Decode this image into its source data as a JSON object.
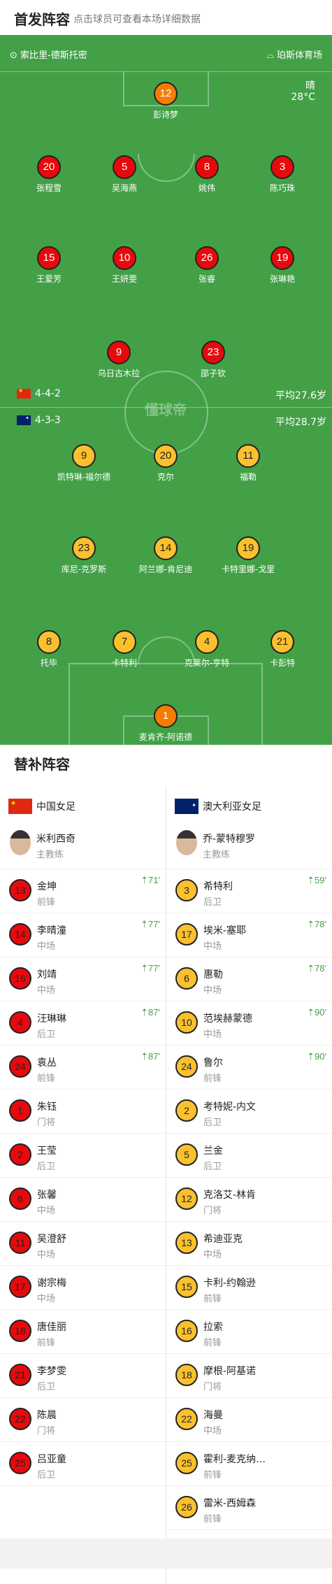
{
  "header": {
    "title": "首发阵容",
    "subtitle": "点击球员可查看本场详细数据"
  },
  "pitch": {
    "home_venue": "索比里-德斯托密",
    "away_venue": "珀斯体育场",
    "weather": "晴",
    "temperature": "28°C",
    "watermark": "懂球帝",
    "home_formation": "4-4-2",
    "home_avg_age": "平均27.6岁",
    "away_formation": "4-3-3",
    "away_avg_age": "平均28.7岁"
  },
  "home_players": [
    {
      "num": "12",
      "name": "彭诗梦",
      "color": "ora",
      "sub": "",
      "card": false,
      "captain": false,
      "ball": false
    },
    {
      "num": "20",
      "name": "张程雪",
      "color": "red",
      "sub": "87'",
      "card": false,
      "captain": false,
      "ball": false
    },
    {
      "num": "5",
      "name": "吴海燕",
      "color": "red",
      "sub": "",
      "card": true,
      "captain": true,
      "ball": false
    },
    {
      "num": "8",
      "name": "姚伟",
      "color": "red",
      "sub": "",
      "card": true,
      "captain": false,
      "ball": false
    },
    {
      "num": "3",
      "name": "陈巧珠",
      "color": "red",
      "sub": "87'",
      "card": false,
      "captain": false,
      "ball": false
    },
    {
      "num": "15",
      "name": "王爱芳",
      "color": "red",
      "sub": "",
      "card": true,
      "captain": false,
      "ball": false
    },
    {
      "num": "10",
      "name": "王妍雯",
      "color": "red",
      "sub": "77'",
      "card": false,
      "captain": false,
      "ball": false
    },
    {
      "num": "26",
      "name": "张睿",
      "color": "red",
      "sub": "77'",
      "card": false,
      "captain": false,
      "ball": false
    },
    {
      "num": "19",
      "name": "张琳艳",
      "color": "red",
      "sub": "",
      "card": false,
      "captain": false,
      "ball": true
    },
    {
      "num": "9",
      "name": "乌日古木拉",
      "color": "red",
      "sub": "71'",
      "card": false,
      "captain": false,
      "ball": false
    },
    {
      "num": "23",
      "name": "邵子钦",
      "color": "red",
      "sub": "",
      "card": false,
      "captain": false,
      "ball": false
    }
  ],
  "away_players": [
    {
      "num": "9",
      "name": "凯特琳-福尔德",
      "color": "yel",
      "sub": "",
      "card": false,
      "captain": false,
      "ball": true
    },
    {
      "num": "20",
      "name": "克尔",
      "color": "yel",
      "sub": "",
      "card": false,
      "captain": true,
      "ball": true
    },
    {
      "num": "11",
      "name": "福勒",
      "color": "yel",
      "sub": "78'",
      "card": false,
      "captain": false,
      "ball": true
    },
    {
      "num": "23",
      "name": "库尼-克罗斯",
      "color": "yel",
      "sub": "78'",
      "card": false,
      "captain": false,
      "ball": false
    },
    {
      "num": "14",
      "name": "阿兰娜-肯尼迪",
      "color": "yel",
      "sub": "90'",
      "card": false,
      "captain": false,
      "ball": false
    },
    {
      "num": "19",
      "name": "卡特里娜-戈里",
      "color": "yel",
      "sub": "90'",
      "card": false,
      "captain": false,
      "ball": false
    },
    {
      "num": "8",
      "name": "托毕",
      "color": "yel",
      "sub": "",
      "card": false,
      "captain": false,
      "ball": false
    },
    {
      "num": "7",
      "name": "卡特利",
      "color": "yel",
      "sub": "",
      "card": false,
      "captain": false,
      "ball": false
    },
    {
      "num": "4",
      "name": "克莱尔-亨特",
      "color": "yel",
      "sub": "59'",
      "card": false,
      "captain": false,
      "ball": false
    },
    {
      "num": "21",
      "name": "卡彭特",
      "color": "yel",
      "sub": "",
      "card": false,
      "captain": false,
      "ball": false
    },
    {
      "num": "1",
      "name": "麦肯齐-阿诺德",
      "color": "ora",
      "sub": "",
      "card": true,
      "captain": false,
      "ball": false
    }
  ],
  "subs": {
    "title": "替补阵容",
    "home": {
      "team": "中国女足",
      "coach": "米利西奇",
      "coach_role": "主教练",
      "players": [
        {
          "num": "13",
          "name": "金坤",
          "pos": "前锋",
          "time": "71'"
        },
        {
          "num": "14",
          "name": "李晴潼",
          "pos": "中场",
          "time": "77'"
        },
        {
          "num": "16",
          "name": "刘靖",
          "pos": "中场",
          "time": "77'"
        },
        {
          "num": "4",
          "name": "汪琳琳",
          "pos": "后卫",
          "time": "87'"
        },
        {
          "num": "24",
          "name": "袁丛",
          "pos": "前锋",
          "time": "87'"
        },
        {
          "num": "1",
          "name": "朱钰",
          "pos": "门将",
          "time": ""
        },
        {
          "num": "2",
          "name": "王莹",
          "pos": "后卫",
          "time": ""
        },
        {
          "num": "6",
          "name": "张馨",
          "pos": "中场",
          "time": ""
        },
        {
          "num": "11",
          "name": "吴澄舒",
          "pos": "中场",
          "time": ""
        },
        {
          "num": "17",
          "name": "谢宗梅",
          "pos": "中场",
          "time": ""
        },
        {
          "num": "18",
          "name": "唐佳丽",
          "pos": "前锋",
          "time": ""
        },
        {
          "num": "21",
          "name": "李梦雯",
          "pos": "后卫",
          "time": ""
        },
        {
          "num": "22",
          "name": "陈晨",
          "pos": "门将",
          "time": ""
        },
        {
          "num": "25",
          "name": "吕亚童",
          "pos": "后卫",
          "time": ""
        }
      ]
    },
    "away": {
      "team": "澳大利亚女足",
      "coach": "乔-蒙特穆罗",
      "coach_role": "主教练",
      "players": [
        {
          "num": "3",
          "name": "希特利",
          "pos": "后卫",
          "time": "59'"
        },
        {
          "num": "17",
          "name": "埃米-塞耶",
          "pos": "中场",
          "time": "78'"
        },
        {
          "num": "6",
          "name": "惠勒",
          "pos": "中场",
          "time": "78'"
        },
        {
          "num": "10",
          "name": "范埃赫蒙德",
          "pos": "中场",
          "time": "90'"
        },
        {
          "num": "24",
          "name": "鲁尔",
          "pos": "前锋",
          "time": "90'"
        },
        {
          "num": "2",
          "name": "考特妮-内文",
          "pos": "后卫",
          "time": ""
        },
        {
          "num": "5",
          "name": "兰金",
          "pos": "后卫",
          "time": ""
        },
        {
          "num": "12",
          "name": "克洛艾-林肯",
          "pos": "门将",
          "time": ""
        },
        {
          "num": "13",
          "name": "希迪亚克",
          "pos": "中场",
          "time": ""
        },
        {
          "num": "15",
          "name": "卡利-约翰逊",
          "pos": "前锋",
          "time": ""
        },
        {
          "num": "16",
          "name": "拉索",
          "pos": "前锋",
          "time": ""
        },
        {
          "num": "18",
          "name": "摩根-阿基诺",
          "pos": "门将",
          "time": ""
        },
        {
          "num": "22",
          "name": "海曼",
          "pos": "中场",
          "time": ""
        },
        {
          "num": "25",
          "name": "霍利-麦克纳…",
          "pos": "前锋",
          "time": ""
        },
        {
          "num": "26",
          "name": "雷米-西姆森",
          "pos": "前锋",
          "time": ""
        }
      ]
    }
  }
}
